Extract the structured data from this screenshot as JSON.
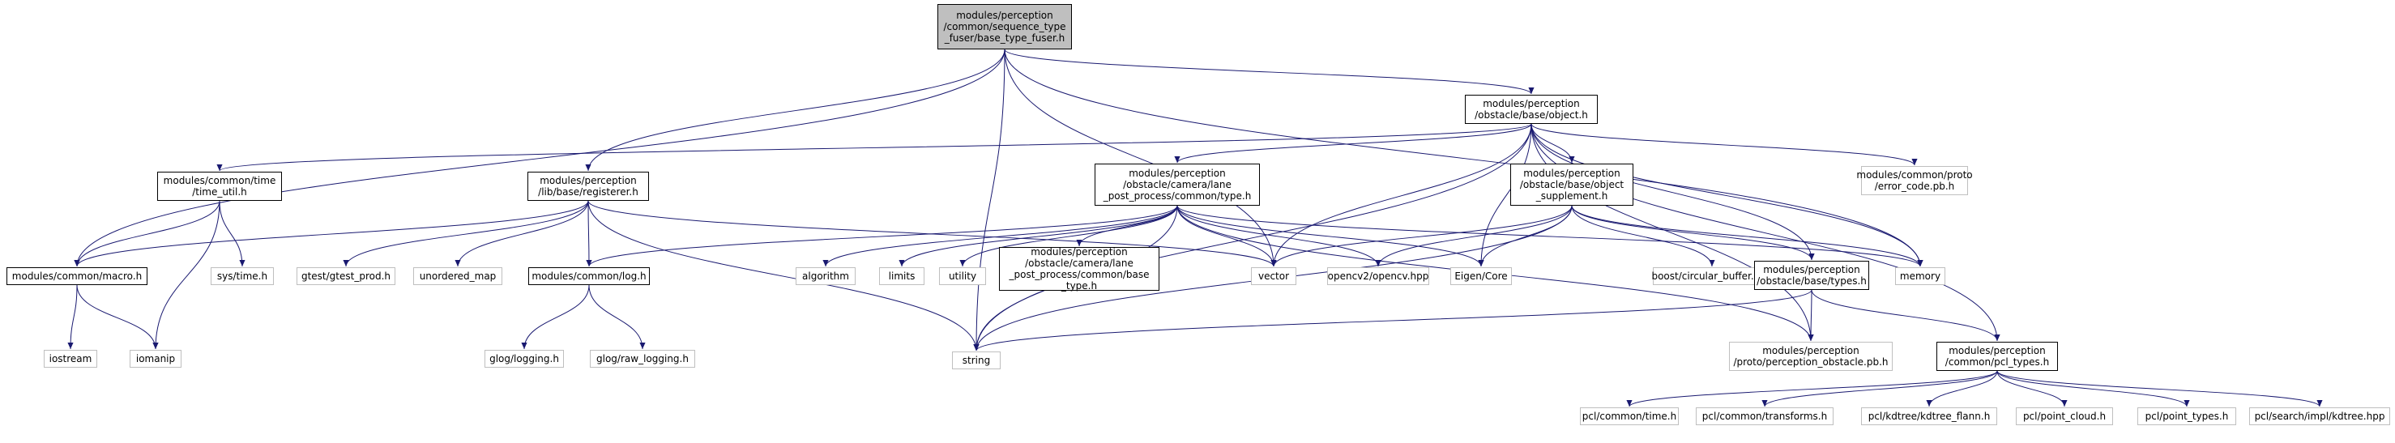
{
  "colors": {
    "edge": "#191970",
    "node_border": "#000000",
    "ext_border": "#bfbfbf",
    "root_fill": "#bfbfbf"
  },
  "nodes": [
    {
      "id": "root",
      "lines": [
        "modules/perception",
        "/common/sequence_type",
        "_fuser/base_type_fuser.h"
      ],
      "kind": "root"
    },
    {
      "id": "object",
      "lines": [
        "modules/perception",
        "/obstacle/base/object.h"
      ],
      "kind": "local"
    },
    {
      "id": "time_util",
      "lines": [
        "modules/common/time",
        "/time_util.h"
      ],
      "kind": "local"
    },
    {
      "id": "registerer",
      "lines": [
        "modules/perception",
        "/lib/base/registerer.h"
      ],
      "kind": "local"
    },
    {
      "id": "lane_type",
      "lines": [
        "modules/perception",
        "/obstacle/camera/lane",
        "_post_process/common/type.h"
      ],
      "kind": "local"
    },
    {
      "id": "obj_supp",
      "lines": [
        "modules/perception",
        "/obstacle/base/object",
        "_supplement.h"
      ],
      "kind": "local"
    },
    {
      "id": "error_code",
      "lines": [
        "modules/common/proto",
        "/error_code.pb.h"
      ],
      "kind": "ext"
    },
    {
      "id": "macro",
      "lines": [
        "modules/common/macro.h"
      ],
      "kind": "local"
    },
    {
      "id": "systime",
      "lines": [
        "sys/time.h"
      ],
      "kind": "ext"
    },
    {
      "id": "gtest",
      "lines": [
        "gtest/gtest_prod.h"
      ],
      "kind": "ext"
    },
    {
      "id": "unordered",
      "lines": [
        "unordered_map"
      ],
      "kind": "ext"
    },
    {
      "id": "log",
      "lines": [
        "modules/common/log.h"
      ],
      "kind": "local"
    },
    {
      "id": "algorithm",
      "lines": [
        "algorithm"
      ],
      "kind": "ext"
    },
    {
      "id": "limits",
      "lines": [
        "limits"
      ],
      "kind": "ext"
    },
    {
      "id": "utility",
      "lines": [
        "utility"
      ],
      "kind": "ext"
    },
    {
      "id": "base_type",
      "lines": [
        "modules/perception",
        "/obstacle/camera/lane",
        "_post_process/common/base",
        "_type.h"
      ],
      "kind": "local"
    },
    {
      "id": "vector",
      "lines": [
        "vector"
      ],
      "kind": "ext"
    },
    {
      "id": "opencv",
      "lines": [
        "opencv2/opencv.hpp"
      ],
      "kind": "ext"
    },
    {
      "id": "eigen",
      "lines": [
        "Eigen/Core"
      ],
      "kind": "ext"
    },
    {
      "id": "boost",
      "lines": [
        "boost/circular_buffer.hpp"
      ],
      "kind": "ext"
    },
    {
      "id": "memory",
      "lines": [
        "memory"
      ],
      "kind": "ext"
    },
    {
      "id": "types",
      "lines": [
        "modules/perception",
        "/obstacle/base/types.h"
      ],
      "kind": "local"
    },
    {
      "id": "iostream",
      "lines": [
        "iostream"
      ],
      "kind": "ext"
    },
    {
      "id": "iomanip",
      "lines": [
        "iomanip"
      ],
      "kind": "ext"
    },
    {
      "id": "glog",
      "lines": [
        "glog/logging.h"
      ],
      "kind": "ext"
    },
    {
      "id": "glograw",
      "lines": [
        "glog/raw_logging.h"
      ],
      "kind": "ext"
    },
    {
      "id": "string",
      "lines": [
        "string"
      ],
      "kind": "ext"
    },
    {
      "id": "perc_obs",
      "lines": [
        "modules/perception",
        "/proto/perception_obstacle.pb.h"
      ],
      "kind": "ext"
    },
    {
      "id": "pcl_types",
      "lines": [
        "modules/perception",
        "/common/pcl_types.h"
      ],
      "kind": "local"
    },
    {
      "id": "pcl_time",
      "lines": [
        "pcl/common/time.h"
      ],
      "kind": "ext"
    },
    {
      "id": "pcl_trans",
      "lines": [
        "pcl/common/transforms.h"
      ],
      "kind": "ext"
    },
    {
      "id": "pcl_flann",
      "lines": [
        "pcl/kdtree/kdtree_flann.h"
      ],
      "kind": "ext"
    },
    {
      "id": "pcl_cloud",
      "lines": [
        "pcl/point_cloud.h"
      ],
      "kind": "ext"
    },
    {
      "id": "pcl_ptypes",
      "lines": [
        "pcl/point_types.h"
      ],
      "kind": "ext"
    },
    {
      "id": "pcl_kdtree",
      "lines": [
        "pcl/search/impl/kdtree.hpp"
      ],
      "kind": "ext"
    }
  ],
  "edges": [
    [
      "root",
      "object"
    ],
    [
      "root",
      "registerer"
    ],
    [
      "root",
      "macro"
    ],
    [
      "root",
      "string"
    ],
    [
      "root",
      "vector"
    ],
    [
      "root",
      "memory"
    ],
    [
      "object",
      "time_util"
    ],
    [
      "object",
      "lane_type"
    ],
    [
      "object",
      "obj_supp"
    ],
    [
      "object",
      "error_code"
    ],
    [
      "object",
      "string"
    ],
    [
      "object",
      "vector"
    ],
    [
      "object",
      "eigen"
    ],
    [
      "object",
      "memory"
    ],
    [
      "object",
      "types"
    ],
    [
      "object",
      "perc_obs"
    ],
    [
      "object",
      "pcl_types"
    ],
    [
      "time_util",
      "macro"
    ],
    [
      "time_util",
      "systime"
    ],
    [
      "time_util",
      "iomanip"
    ],
    [
      "registerer",
      "macro"
    ],
    [
      "registerer",
      "gtest"
    ],
    [
      "registerer",
      "unordered"
    ],
    [
      "registerer",
      "log"
    ],
    [
      "registerer",
      "string"
    ],
    [
      "registerer",
      "vector"
    ],
    [
      "lane_type",
      "algorithm"
    ],
    [
      "lane_type",
      "limits"
    ],
    [
      "lane_type",
      "utility"
    ],
    [
      "lane_type",
      "base_type"
    ],
    [
      "lane_type",
      "vector"
    ],
    [
      "lane_type",
      "opencv"
    ],
    [
      "lane_type",
      "eigen"
    ],
    [
      "lane_type",
      "memory"
    ],
    [
      "lane_type",
      "string"
    ],
    [
      "lane_type",
      "log"
    ],
    [
      "lane_type",
      "perc_obs"
    ],
    [
      "obj_supp",
      "vector"
    ],
    [
      "obj_supp",
      "opencv"
    ],
    [
      "obj_supp",
      "eigen"
    ],
    [
      "obj_supp",
      "boost"
    ],
    [
      "obj_supp",
      "memory"
    ],
    [
      "obj_supp",
      "string"
    ],
    [
      "obj_supp",
      "types"
    ],
    [
      "macro",
      "iostream"
    ],
    [
      "macro",
      "iomanip"
    ],
    [
      "log",
      "glog"
    ],
    [
      "log",
      "glograw"
    ],
    [
      "types",
      "string"
    ],
    [
      "types",
      "perc_obs"
    ],
    [
      "types",
      "pcl_types"
    ],
    [
      "pcl_types",
      "pcl_time"
    ],
    [
      "pcl_types",
      "pcl_trans"
    ],
    [
      "pcl_types",
      "pcl_flann"
    ],
    [
      "pcl_types",
      "pcl_cloud"
    ],
    [
      "pcl_types",
      "pcl_ptypes"
    ],
    [
      "pcl_types",
      "pcl_kdtree"
    ]
  ]
}
